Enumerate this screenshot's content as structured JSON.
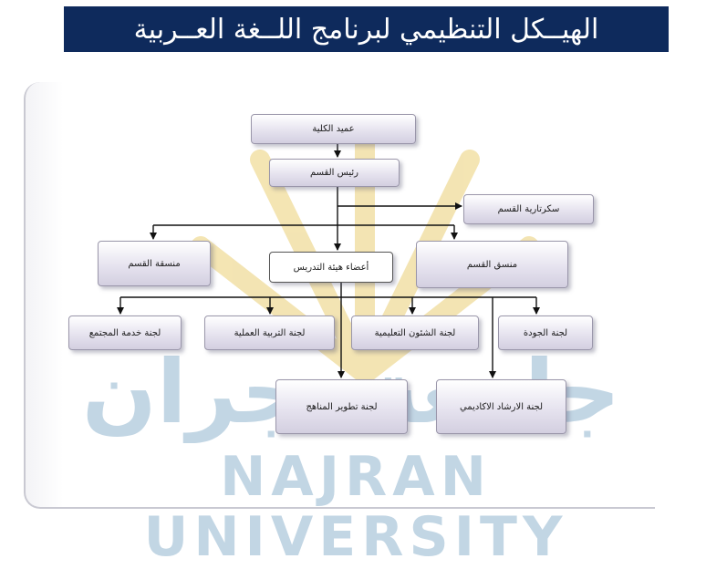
{
  "page_title": "الهيــكل التنظيمي لبرنامج اللــغة العــربية",
  "org": {
    "dean": "عميد الكلية",
    "head": "رئيس القسم",
    "secretary": "سكرتارية القسم",
    "female_coordinator": "منسقة القسم",
    "faculty": "أعضاء هيئة التدريس",
    "male_coordinator": "منسق القسم",
    "committees": {
      "community": "لجنة خدمة المجتمع",
      "field_education": "لجنة التربية العملية",
      "academic_affairs": "لجنة الشئون التعليمية",
      "quality": "لجنة الجودة",
      "curriculum": "لجنة تطوير المناهج",
      "advising": "لجنة الارشاد الاكاديمي"
    }
  },
  "watermark": {
    "arabic": "جامعة نجران",
    "latin": "NAJRAN UNIVERSITY"
  },
  "colors": {
    "title_bg": "#0e2a5c",
    "box_gradient_top": "#ffffff",
    "box_gradient_bottom": "#d3cfe0",
    "watermark": "#b8cfe0",
    "emblem": "#f0dc9a"
  }
}
